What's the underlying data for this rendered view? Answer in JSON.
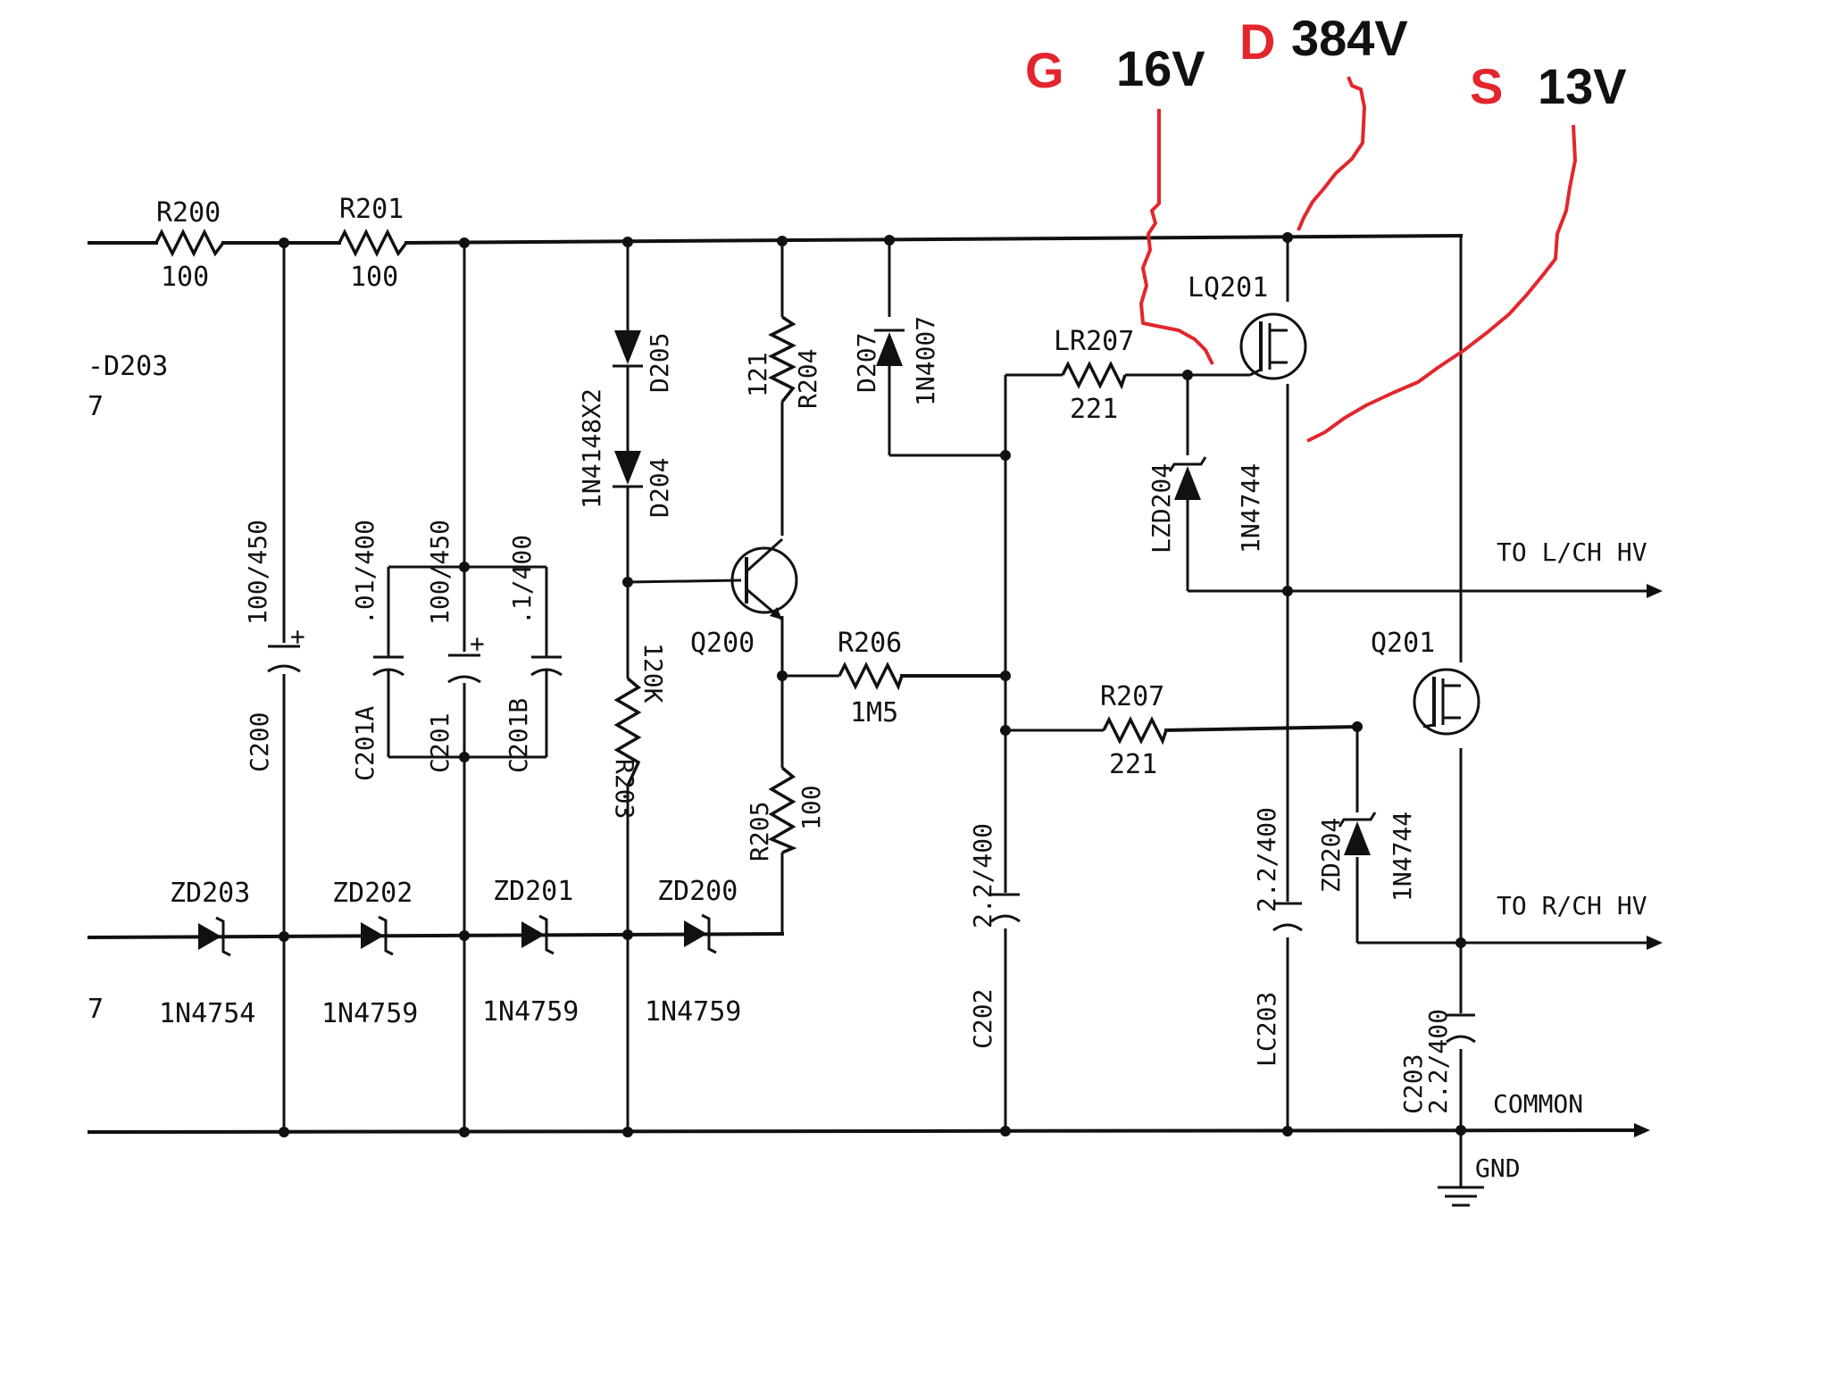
{
  "measurements": {
    "gate": {
      "pin": "G",
      "value": "16V"
    },
    "drain": {
      "pin": "D",
      "value": "384V"
    },
    "source": {
      "pin": "S",
      "value": "13V"
    }
  },
  "colors": {
    "annotation": "#e3262e",
    "ink": "#111111",
    "background": "#ffffff"
  },
  "components": {
    "r200": {
      "ref": "R200",
      "value": "100"
    },
    "r201": {
      "ref": "R201",
      "value": "100"
    },
    "d203_partial": {
      "ref": "-D203",
      "value": "7"
    },
    "c200": {
      "ref": "C200",
      "value": "100/450"
    },
    "c201a": {
      "ref": "C201A",
      "value": ".01/400"
    },
    "c201": {
      "ref": "C201",
      "value": "100/450"
    },
    "c201b": {
      "ref": "C201B",
      "value": ".1/400"
    },
    "d205": {
      "ref": "D205",
      "part": "1N4148X2"
    },
    "d204": {
      "ref": "D204"
    },
    "r203": {
      "ref": "R203",
      "value": "120K"
    },
    "r204": {
      "ref": "R204",
      "value": "121"
    },
    "r205": {
      "ref": "R205",
      "value": "100"
    },
    "q200": {
      "ref": "Q200"
    },
    "d207": {
      "ref": "D207",
      "part": "1N4007"
    },
    "r206": {
      "ref": "R206",
      "value": "1M5"
    },
    "lr207": {
      "ref": "LR207",
      "value": "221"
    },
    "r207": {
      "ref": "R207",
      "value": "221"
    },
    "lq201": {
      "ref": "LQ201"
    },
    "q201": {
      "ref": "Q201"
    },
    "lzd204": {
      "ref": "LZD204",
      "part": "1N4744"
    },
    "zd204": {
      "ref": "ZD204",
      "part": "1N4744"
    },
    "c202": {
      "ref": "C202",
      "value": "2.2/400"
    },
    "lc203": {
      "ref": "LC203",
      "value": "2.2/400"
    },
    "c203": {
      "ref": "C203",
      "value": "2.2/400"
    },
    "zd203": {
      "ref": "ZD203",
      "part": "1N4754"
    },
    "zd202": {
      "ref": "ZD202",
      "part": "1N4759"
    },
    "zd201": {
      "ref": "ZD201",
      "part": "1N4759"
    },
    "zd200": {
      "ref": "ZD200",
      "part": "1N4759"
    },
    "left_fragment": "7"
  },
  "nets": {
    "to_lch": "TO L/CH HV",
    "to_rch": "TO R/CH HV",
    "common": "COMMON",
    "gnd": "GND"
  }
}
